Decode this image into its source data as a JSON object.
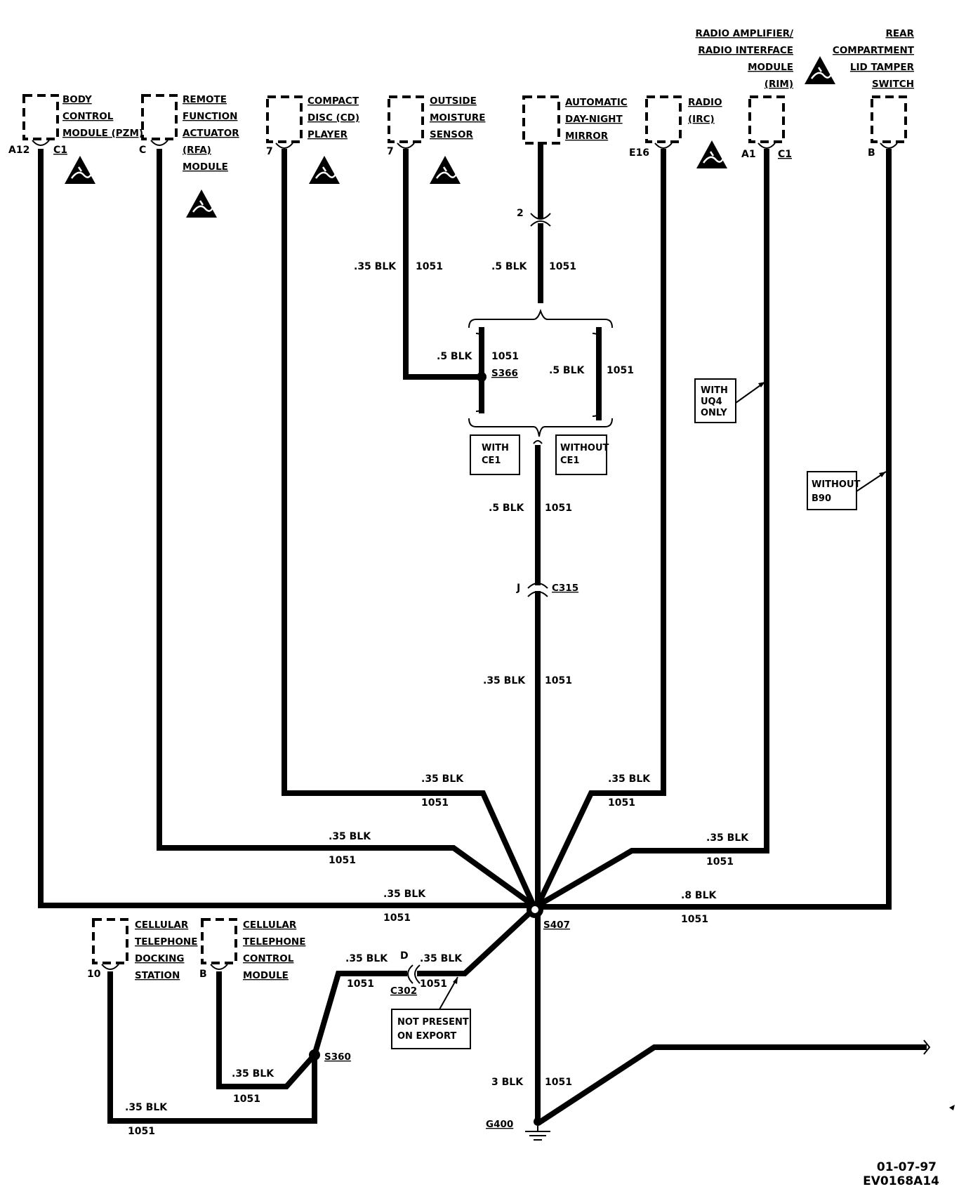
{
  "components": {
    "bcm": {
      "lines": [
        "BODY",
        "CONTROL",
        "MODULE (PZM)"
      ],
      "pin": "A12",
      "conn": "C1"
    },
    "rfa": {
      "lines": [
        "REMOTE",
        "FUNCTION",
        "ACTUATOR",
        "(RFA)",
        "MODULE"
      ],
      "pin": "C"
    },
    "cd": {
      "lines": [
        "COMPACT",
        "DISC (CD)",
        "PLAYER"
      ],
      "pin": "7"
    },
    "moisture": {
      "lines": [
        "OUTSIDE",
        "MOISTURE",
        "SENSOR"
      ],
      "pin": "7"
    },
    "mirror": {
      "lines": [
        "AUTOMATIC",
        "DAY-NIGHT",
        "MIRROR"
      ]
    },
    "radio": {
      "lines": [
        "RADIO",
        "(IRC)"
      ],
      "pin": "E16"
    },
    "rim": {
      "lines": [
        "RADIO AMPLIFIER/",
        "RADIO INTERFACE",
        "MODULE",
        "(RIM)"
      ],
      "pin": "A1",
      "conn": "C1"
    },
    "tamper": {
      "lines": [
        "REAR",
        "COMPARTMENT",
        "LID TAMPER",
        "SWITCH"
      ],
      "pin": "B"
    },
    "docking": {
      "lines": [
        "CELLULAR",
        "TELEPHONE",
        "DOCKING",
        "STATION"
      ],
      "pin": "10"
    },
    "phonectl": {
      "lines": [
        "CELLULAR",
        "TELEPHONE",
        "CONTROL",
        "MODULE"
      ],
      "pin": "B"
    }
  },
  "mirror_pin": "2",
  "c315_pin": "J",
  "c302_pin": "D",
  "wires": {
    "w035": ".35 BLK",
    "w05": ".5 BLK",
    "w08": ".8 BLK",
    "w3": "3 BLK",
    "circuit": "1051"
  },
  "splices": {
    "s366": "S366",
    "s407": "S407",
    "s360": "S360"
  },
  "connectors": {
    "c315": "C315",
    "c302": "C302"
  },
  "ground": "G400",
  "notes": {
    "with_ce1": [
      "WITH",
      "CE1"
    ],
    "without_ce1": [
      "WITHOUT",
      "CE1"
    ],
    "with_uq4": [
      "WITH",
      "UQ4",
      "ONLY"
    ],
    "without_b90": [
      "WITHOUT",
      "B90"
    ],
    "not_export": [
      "NOT PRESENT",
      "ON EXPORT"
    ]
  },
  "footer": {
    "date": "01-07-97",
    "code": "EV0168A14"
  }
}
